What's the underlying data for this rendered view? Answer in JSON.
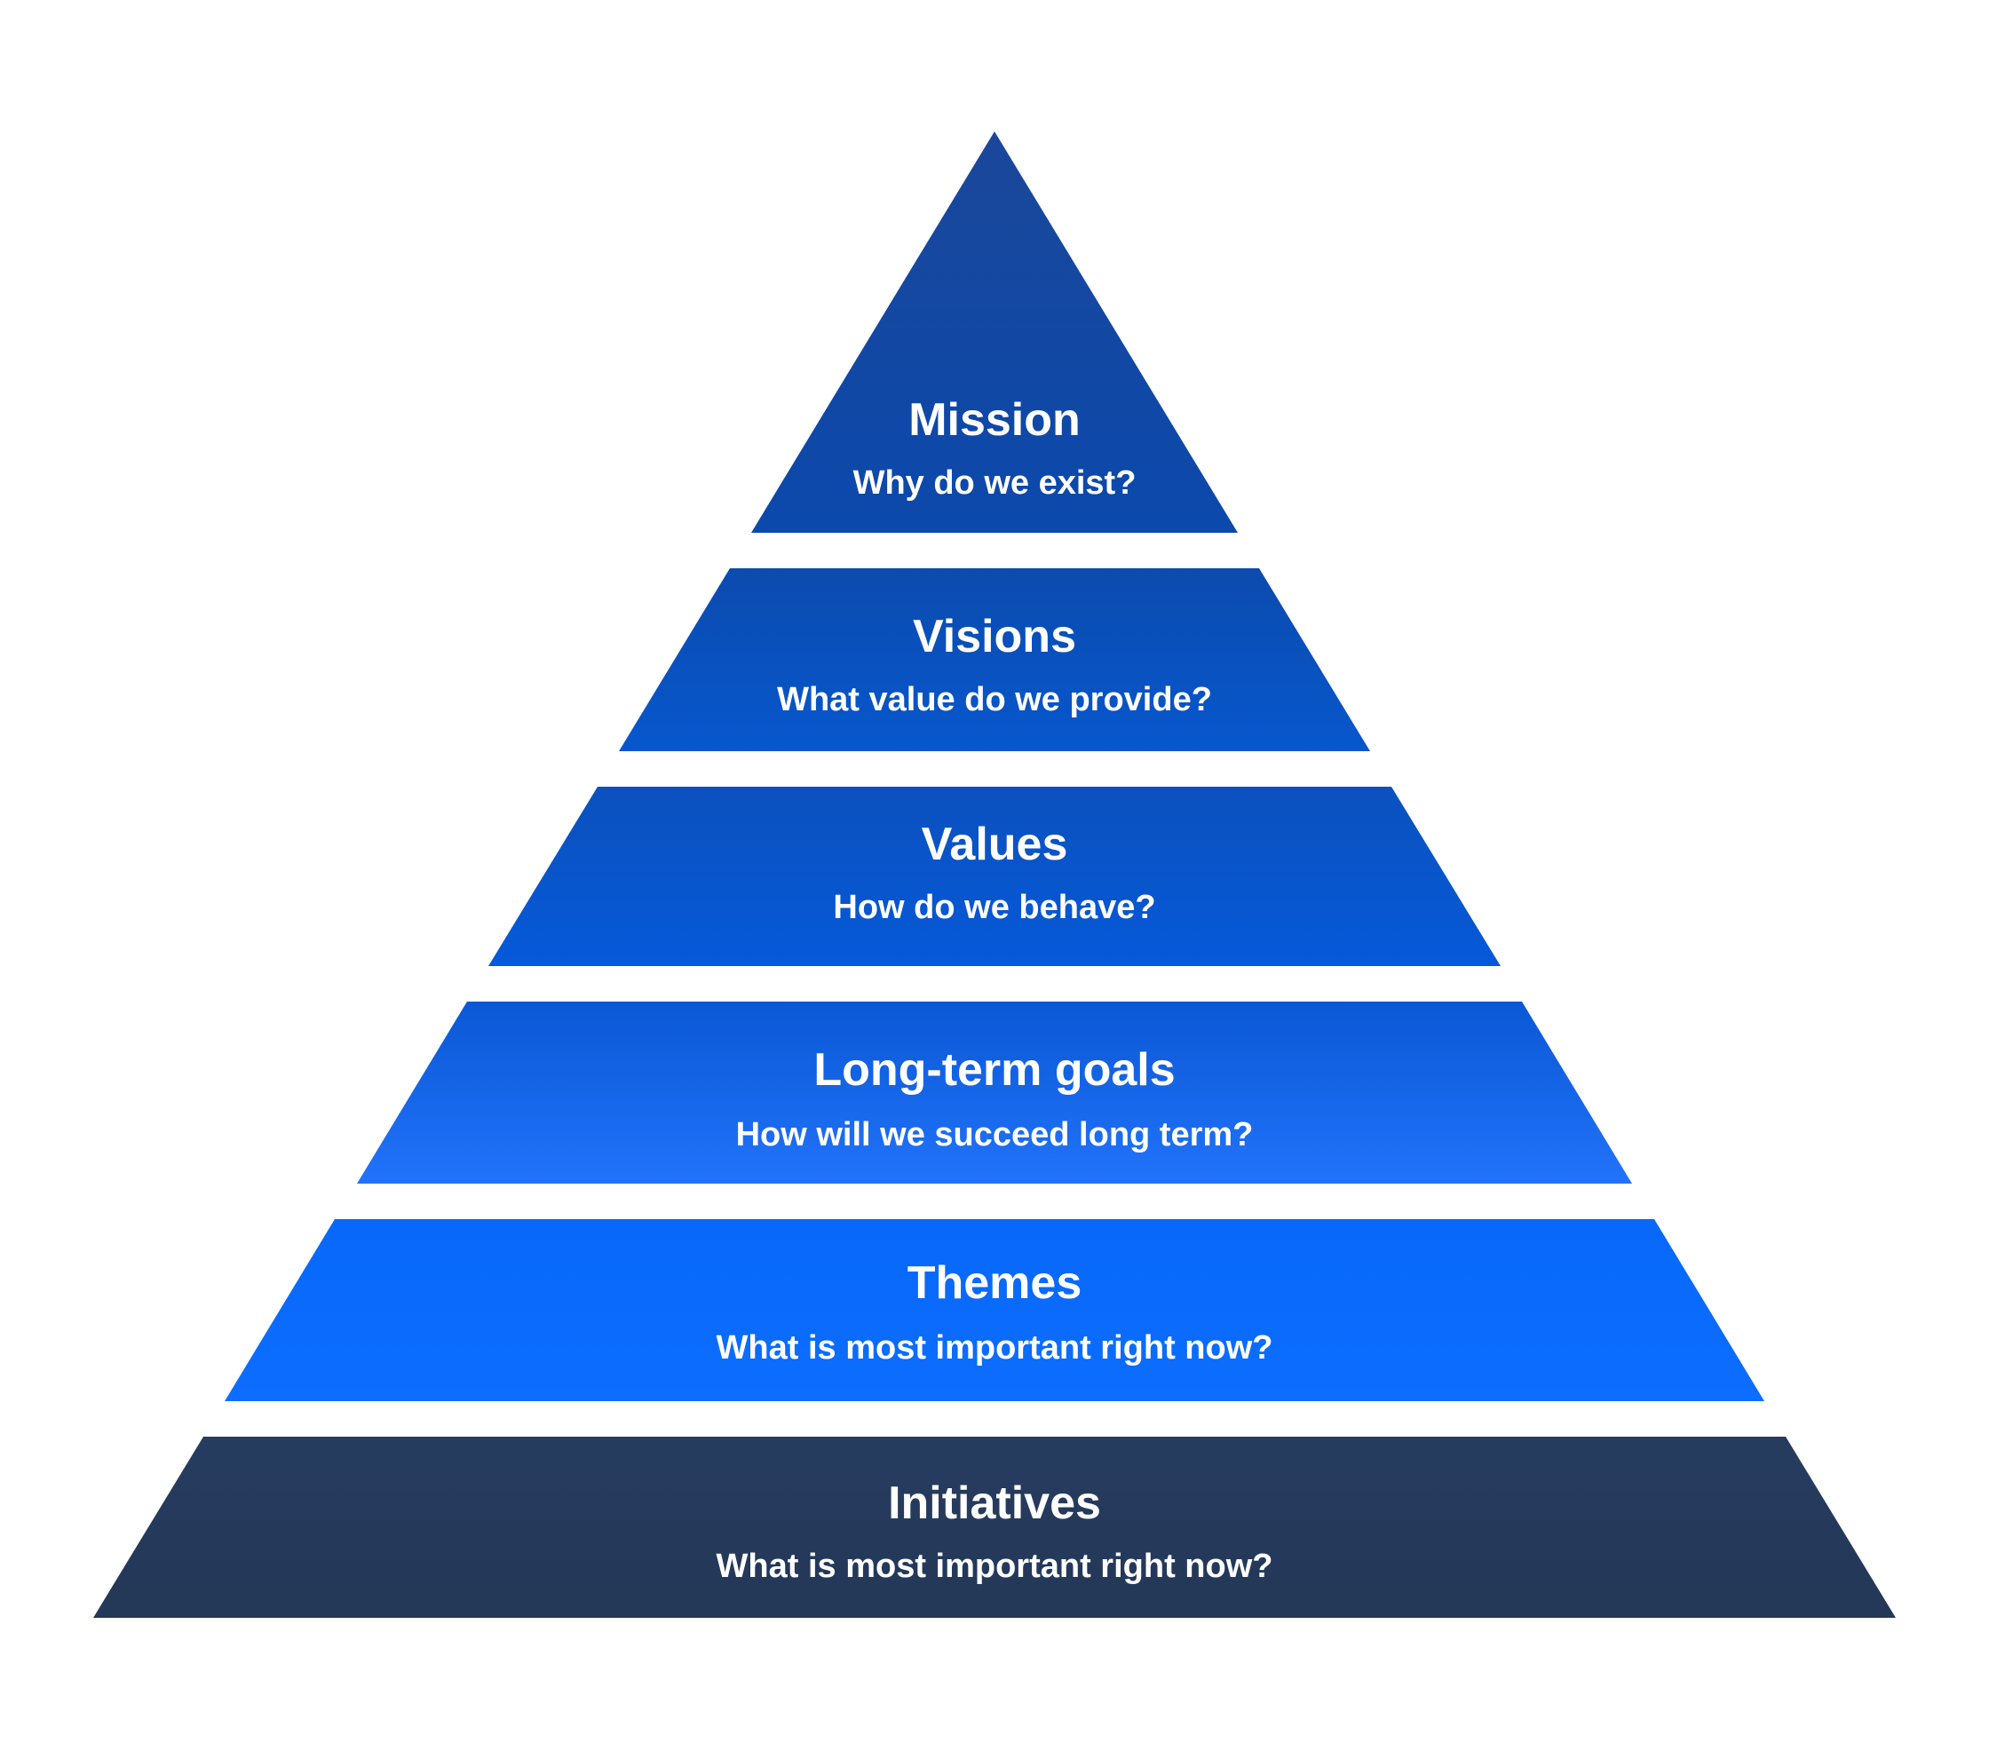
{
  "diagram": {
    "type": "pyramid",
    "background": "#FFFFFF",
    "text_color": "#FFFFFF",
    "levels": [
      {
        "title": "Mission",
        "subtitle": "Why do we exist?",
        "color_top": "#1A479A",
        "color_bottom": "#0B49AC"
      },
      {
        "title": "Visions",
        "subtitle": "What value do we provide?",
        "color_top": "#0C4BAE",
        "color_bottom": "#0757CE"
      },
      {
        "title": "Values",
        "subtitle": "How do we behave?",
        "color_top": "#0B51BE",
        "color_bottom": "#0659D9"
      },
      {
        "title": "Long-term goals",
        "subtitle": "How will we succeed long term?",
        "color_top": "#0A58D5",
        "color_bottom": "#2273FB"
      },
      {
        "title": "Themes",
        "subtitle": "What is most important right now?",
        "color_top": "#0768FA",
        "color_bottom": "#0C6DFF"
      },
      {
        "title": "Initiatives",
        "subtitle": "What is most important right now?",
        "color_top": "#263C5F",
        "color_bottom": "#243857"
      }
    ]
  }
}
